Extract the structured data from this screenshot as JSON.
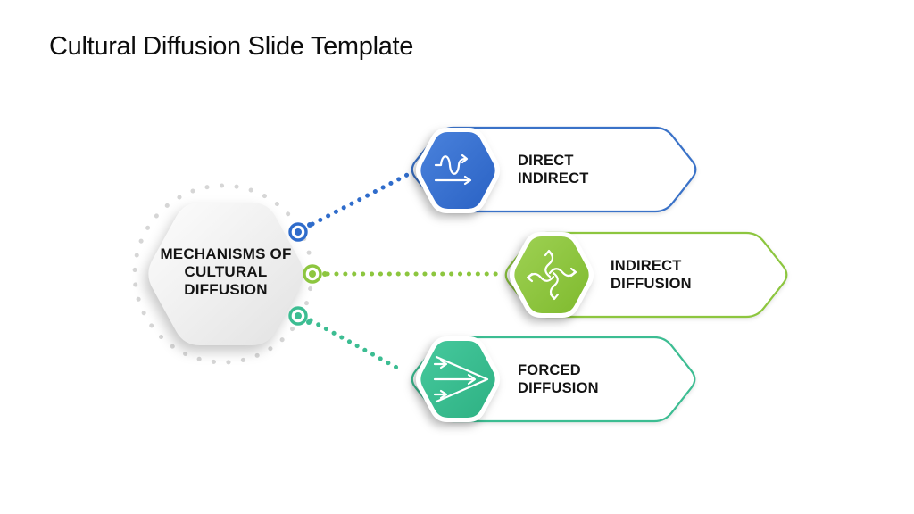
{
  "slide": {
    "title": "Cultural Diffusion Slide Template"
  },
  "diagram": {
    "center": {
      "label": "MECHANISMS OF CULTURAL DIFFUSION"
    },
    "items": [
      {
        "label": "DIRECT INDIRECT",
        "accent": "#3a72c8",
        "icon": "wave-arrow-icon"
      },
      {
        "label": "INDIRECT DIFFUSION",
        "accent": "#8dc63f",
        "icon": "scatter-arrows-icon"
      },
      {
        "label": "FORCED DIFFUSION",
        "accent": "#3cbd92",
        "icon": "forced-arrows-icon"
      }
    ],
    "colors": {
      "blue": "#2f6ccb",
      "green": "#8dc63f",
      "teal": "#3cbd92",
      "dotted_ring": "#d6d6d6",
      "center_fill_light": "#fdfdfd",
      "center_fill_dark": "#e3e3e3"
    }
  }
}
